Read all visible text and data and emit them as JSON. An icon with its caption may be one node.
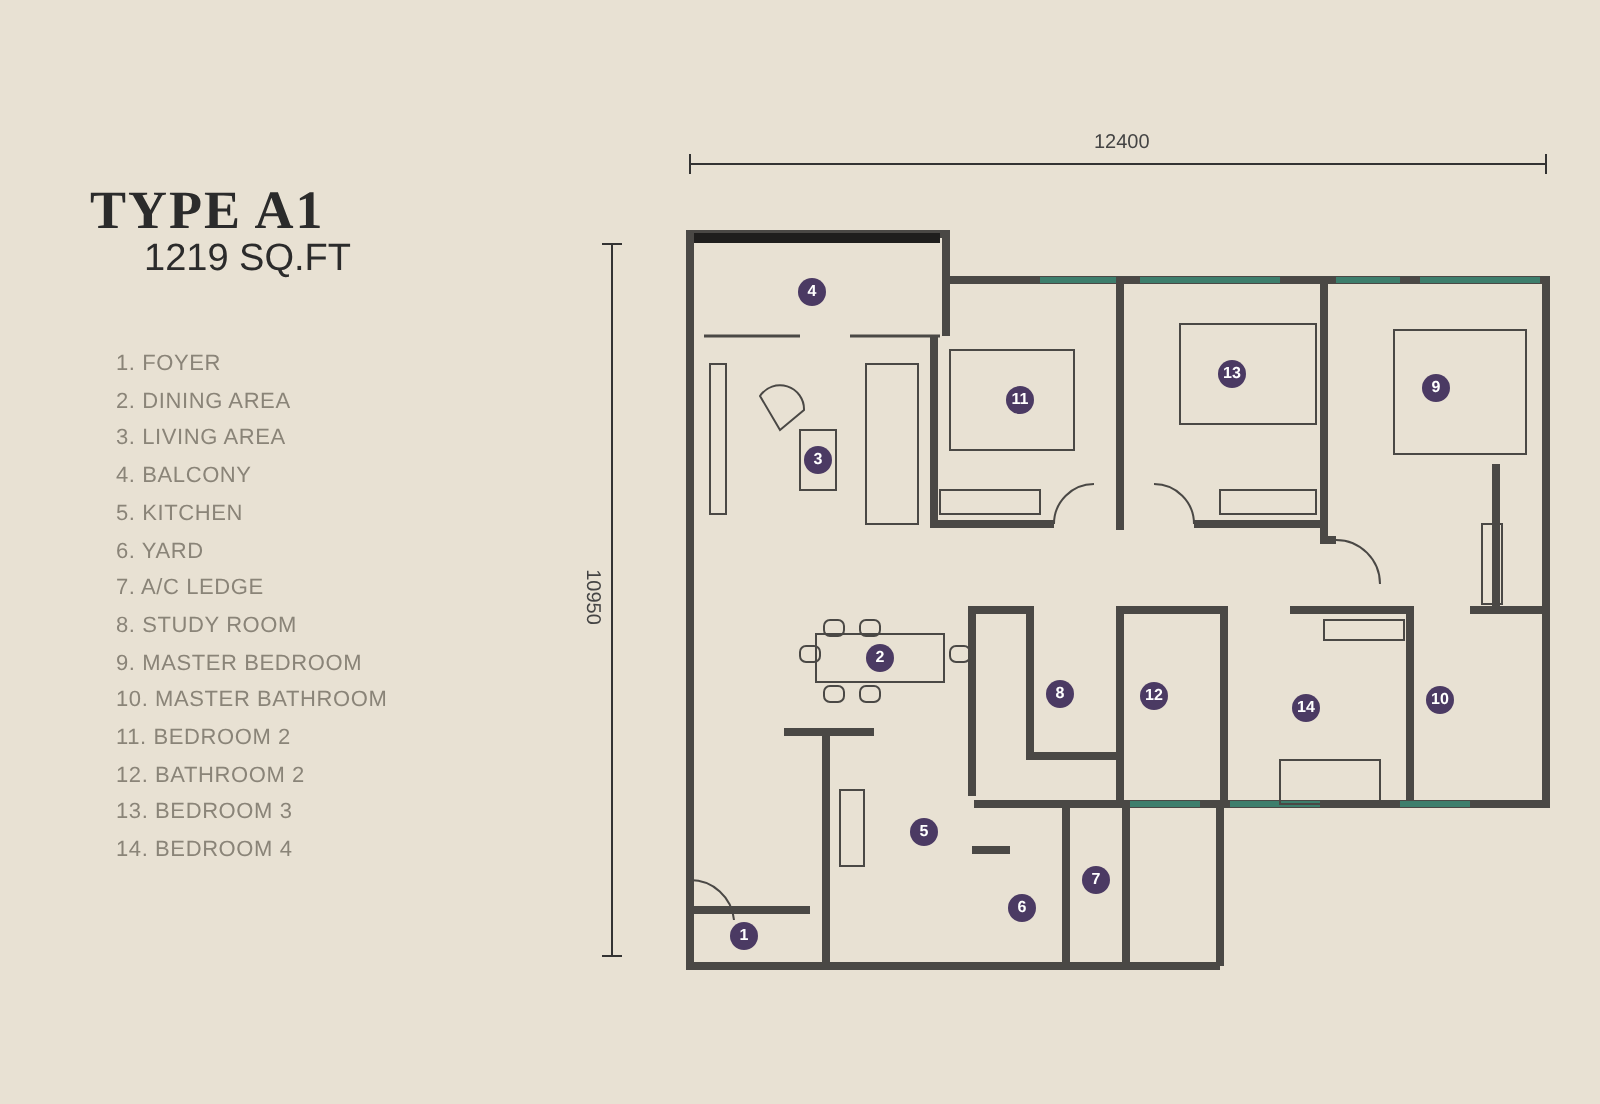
{
  "diagram": {
    "title": "TYPE A1",
    "labels": [
      "1219 SQ.FT",
      "12400",
      "10950",
      "1. FOYER",
      "2. DINING AREA",
      "3. LIVING AREA",
      "4. BALCONY",
      "5. KITCHEN",
      "6. YARD",
      "7. A/C LEDGE",
      "8. STUDY ROOM",
      "9. MASTER BEDROOM",
      "10. MASTER BATHROOM",
      "11. BEDROOM 2",
      "12. BATHROOM 2",
      "13. BEDROOM 3",
      "14. BEDROOM 4",
      "4",
      "3",
      "11",
      "13",
      "9",
      "2",
      "8",
      "12",
      "14",
      "10",
      "5",
      "7",
      "6",
      "1"
    ]
  }
}
